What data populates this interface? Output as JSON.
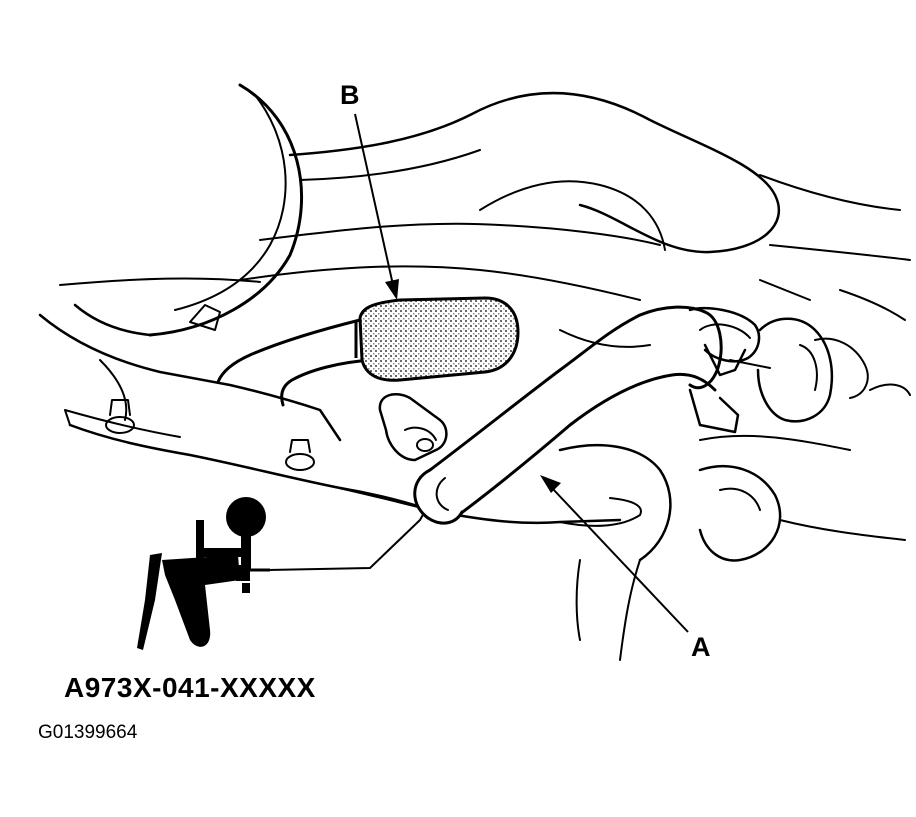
{
  "callouts": {
    "b": "B",
    "a": "A"
  },
  "tool": {
    "part_number": "A973X-041-XXXXX"
  },
  "figure": {
    "id": "G01399664"
  },
  "colors": {
    "ink": "#000000",
    "paper": "#ffffff",
    "screen_fill": "#9a9a9a"
  }
}
